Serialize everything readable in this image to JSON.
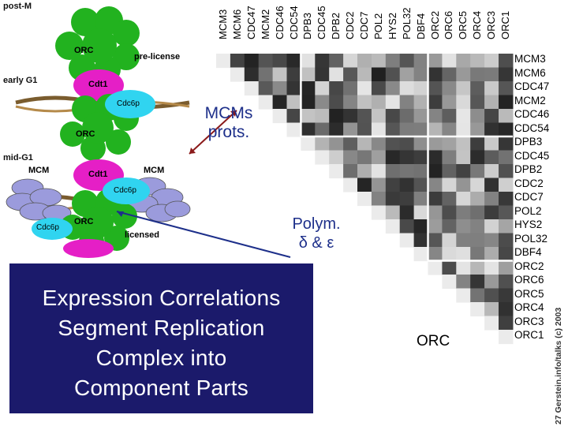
{
  "left_panel": {
    "stages": [
      "post-M",
      "early G1",
      "mid-G1"
    ],
    "complex_labels": {
      "orc": "ORC",
      "pre_license": "pre-license",
      "cdt1": "Cdt1",
      "cdc6p": "Cdc6p",
      "mcm": "MCM",
      "licensed": "licensed"
    }
  },
  "matrix": {
    "column_labels": [
      "MCM3",
      "MCM6",
      "CDC47",
      "MCM2",
      "CDC46",
      "CDC54",
      "DPB3",
      "CDC45",
      "DPB2",
      "CDC2",
      "CDC7",
      "POL2",
      "HYS2",
      "POL32",
      "DBF4",
      "ORC2",
      "ORC6",
      "ORC5",
      "ORC4",
      "ORC3",
      "ORC1"
    ],
    "row_labels": [
      "MCM3",
      "MCM6",
      "CDC47",
      "MCM2",
      "CDC46",
      "CDC54",
      "DPB3",
      "CDC45",
      "DPB2",
      "CDC2",
      "CDC7",
      "POL2",
      "HYS2",
      "POL32",
      "DBF4",
      "ORC2",
      "ORC6",
      "ORC5",
      "ORC4",
      "ORC3",
      "ORC1"
    ],
    "groups": {
      "mcm": [
        "MCM3",
        "MCM6",
        "CDC47",
        "MCM2",
        "CDC46",
        "CDC54"
      ],
      "polymerase": [
        "DPB3",
        "CDC45",
        "DPB2",
        "CDC2",
        "CDC7",
        "POL2",
        "HYS2",
        "POL32",
        "DBF4"
      ],
      "orc": [
        "ORC2",
        "ORC6",
        "ORC5",
        "ORC4",
        "ORC3",
        "ORC1"
      ]
    }
  },
  "annotations": {
    "mcms_line1": "MCMs",
    "mcms_line2": "prots.",
    "polym_line1": "Polym.",
    "polym_line2": "δ & ε",
    "orc": "ORC"
  },
  "caption": {
    "lines": [
      "Expression Correlations",
      "Segment Replication",
      "Complex into",
      "Component Parts"
    ]
  },
  "side_credit": "27 Gerstein.info/talks   (c) 2003",
  "colors": {
    "caption_bg": "#1b1a6b",
    "annotation_blue": "#1d2f8a",
    "orc_green": "#22b21f",
    "cdt1_magenta": "#e51fc6",
    "cdc6p_cyan": "#30d4f0",
    "mcm_lavender": "#9b9bdc",
    "arrow_brown": "#8b1a1a"
  }
}
